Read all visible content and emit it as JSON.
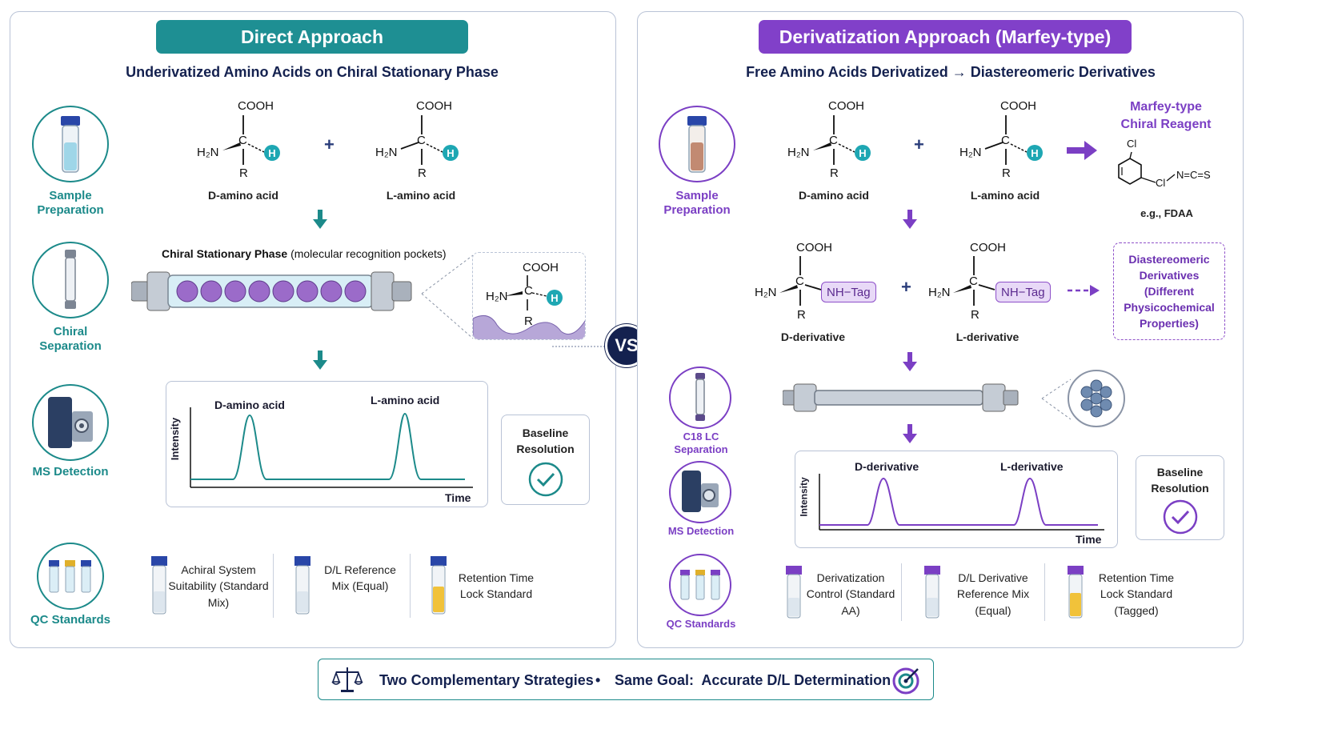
{
  "colors": {
    "teal": "#1c8a8a",
    "purple": "#7b3fc4",
    "navy": "#14214f",
    "banner_left": "#1e8f93",
    "banner_right": "#8140c9"
  },
  "left": {
    "banner": "Direct Approach",
    "subtitle": "Underivatized Amino Acids on Chiral Stationary Phase",
    "steps": {
      "sample": "Sample Preparation",
      "chiral": "Chiral Separation",
      "ms": "MS Detection",
      "qc": "QC Standards"
    },
    "molecules": {
      "cooh": "COOH",
      "c": "C",
      "h2n": "H₂N",
      "r": "R",
      "h": "H",
      "d_label": "D-amino acid",
      "l_label": "L-amino acid",
      "plus": "+"
    },
    "csp_bold": "Chiral Stationary Phase",
    "csp_rest": "(molecular recognition pockets)",
    "chromatogram": {
      "ylabel": "Intensity",
      "xlabel": "Time",
      "peak1": "D-amino acid",
      "peak2": "L-amino acid"
    },
    "resolution": "Baseline Resolution",
    "qc_items": [
      "Achiral System Suitability (Standard Mix)",
      "D/L Reference Mix (Equal)",
      "Retention Time Lock Standard"
    ]
  },
  "vs": "VS",
  "right": {
    "banner": "Derivatization Approach (Marfey-type)",
    "subtitle": "Free Amino Acids Derivatized → Diastereomeric Derivatives",
    "steps": {
      "sample": "Sample Preparation",
      "c18": "C18 LC Separation",
      "ms": "MS Detection",
      "qc": "QC Standards"
    },
    "molecules": {
      "d_label": "D-amino acid",
      "l_label": "L-amino acid",
      "d_deriv": "D-derivative",
      "l_deriv": "L-derivative",
      "tag": "NH−Tag"
    },
    "reagent": {
      "title": "Marfey-type Chiral Reagent",
      "cl_top": "Cl",
      "cl_side": "Cl",
      "ncs": "N=C=S",
      "example": "e.g., FDAA"
    },
    "diastereomeric": "Diastereomeric Derivatives (Different Physicochemical Properties)",
    "chromatogram": {
      "ylabel": "Intensity",
      "xlabel": "Time",
      "peak1": "D-derivative",
      "peak2": "L-derivative"
    },
    "resolution": "Baseline Resolution",
    "qc_items": [
      "Derivatization Control (Standard AA)",
      "D/L Derivative Reference Mix (Equal)",
      "Retention Time Lock Standard (Tagged)"
    ]
  },
  "footer": {
    "part1": "Two Complementary Strategies",
    "bullet": "•",
    "part2": "Same Goal:  Accurate D/L Determination"
  }
}
